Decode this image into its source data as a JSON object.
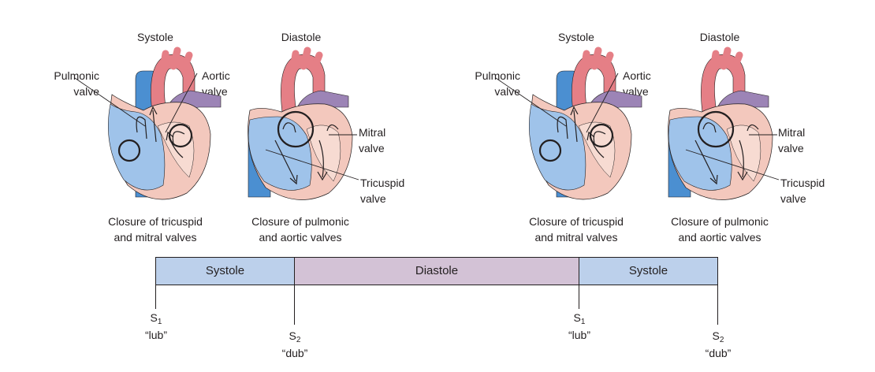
{
  "panels": [
    {
      "systole_title": "Systole",
      "diastole_title": "Diastole",
      "pulmonic_label": [
        "Pulmonic",
        "valve"
      ],
      "aortic_label": [
        "Aortic",
        "valve"
      ],
      "mitral_label": [
        "Mitral",
        "valve"
      ],
      "tricuspid_label": [
        "Tricuspid",
        "valve"
      ],
      "systole_caption": [
        "Closure of tricuspid",
        "and mitral valves"
      ],
      "diastole_caption": [
        "Closure of pulmonic",
        "and aortic valves"
      ]
    },
    {
      "systole_title": "Systole",
      "diastole_title": "Diastole",
      "pulmonic_label": [
        "Pulmonic",
        "valve"
      ],
      "aortic_label": [
        "Aortic",
        "valve"
      ],
      "mitral_label": [
        "Mitral",
        "valve"
      ],
      "tricuspid_label": [
        "Tricuspid",
        "valve"
      ],
      "systole_caption": [
        "Closure of tricuspid",
        "and mitral valves"
      ],
      "diastole_caption": [
        "Closure of pulmonic",
        "and aortic valves"
      ]
    }
  ],
  "timeline": {
    "segments": [
      {
        "label": "Systole",
        "color": "#bcd0eb"
      },
      {
        "label": "Diastole",
        "color": "#d3c2d6"
      },
      {
        "label": "Systole",
        "color": "#bcd0eb"
      }
    ],
    "sounds": [
      {
        "name": "S",
        "sub": "1",
        "word": "“lub”"
      },
      {
        "name": "S",
        "sub": "2",
        "word": "“dub”"
      },
      {
        "name": "S",
        "sub": "1",
        "word": "“lub”"
      },
      {
        "name": "S",
        "sub": "2",
        "word": "“dub”"
      }
    ]
  },
  "colors": {
    "vessel_blue": "#4b8fd1",
    "chamber_blue": "#9fc3ea",
    "aorta_red": "#e57f86",
    "pulmonary_purple": "#9c84b6",
    "myocardium_pink": "#f3c8bd",
    "line": "#231f20"
  }
}
